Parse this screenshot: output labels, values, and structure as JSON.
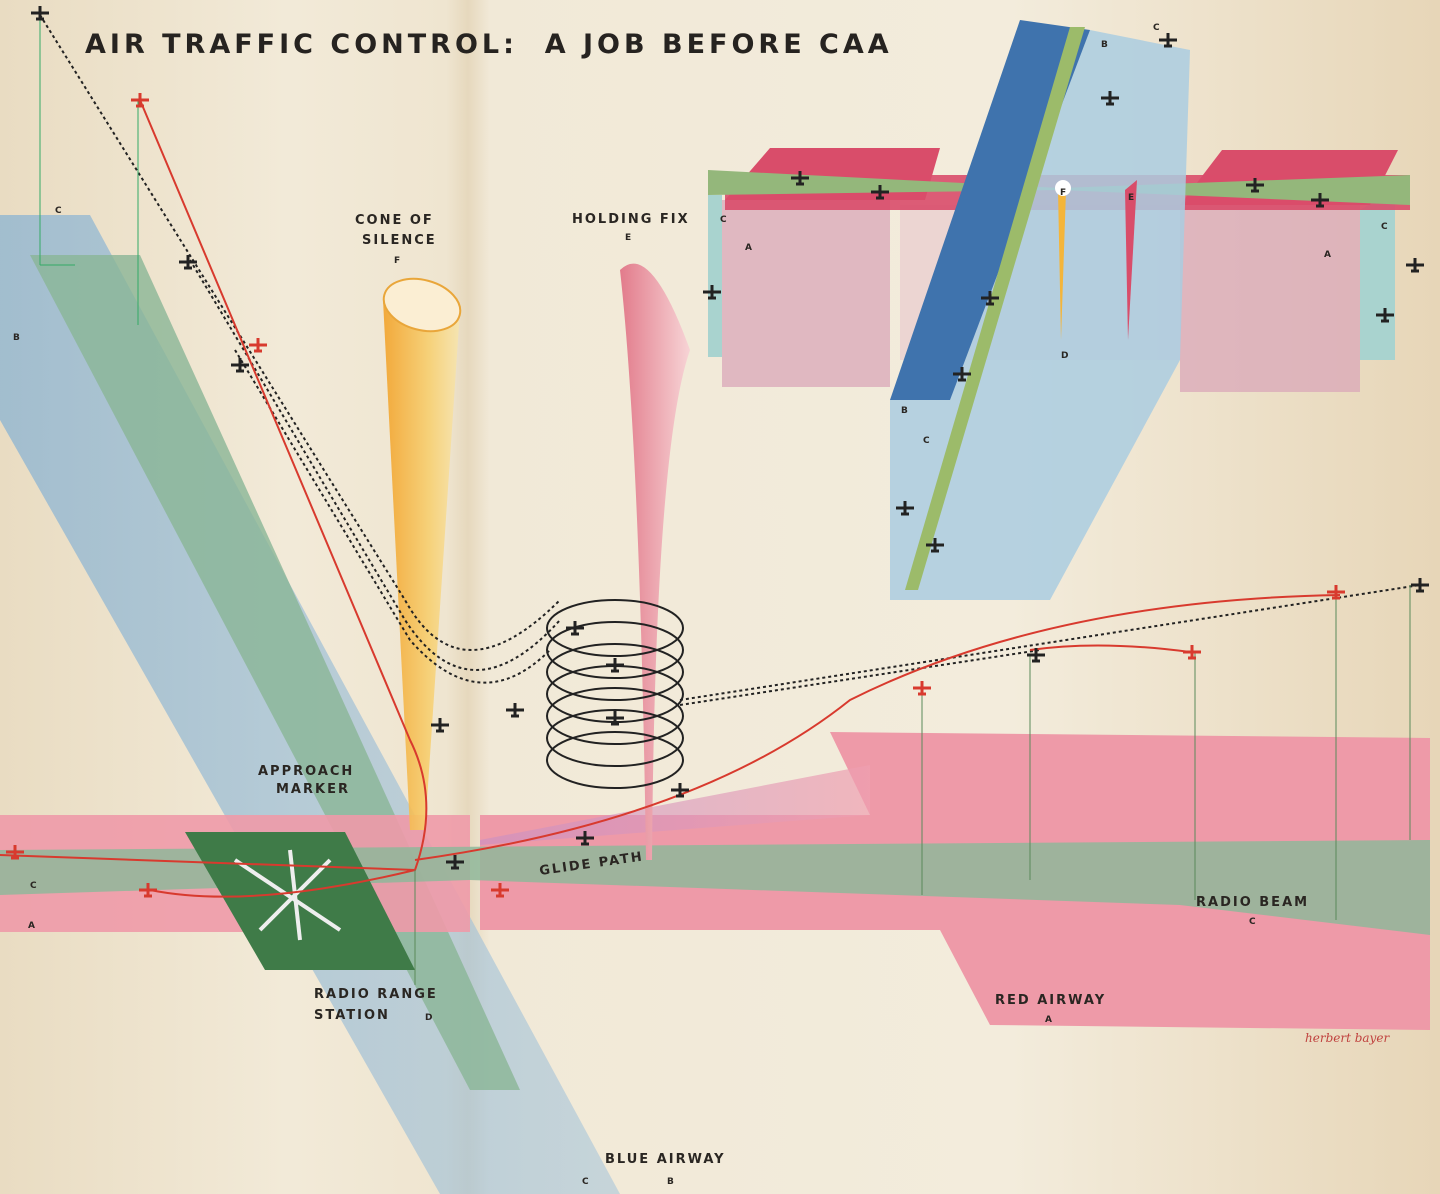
{
  "title": "AIR TRAFFIC CONTROL:  A JOB BEFORE CAA",
  "labels": {
    "cone_of_silence": [
      "CONE OF",
      "SILENCE"
    ],
    "cone_letter": "F",
    "holding_fix": "HOLDING FIX",
    "holding_letter": "E",
    "approach_marker": [
      "APPROACH",
      "MARKER"
    ],
    "glide_path": "GLIDE PATH",
    "radio_range_station": [
      "RADIO RANGE",
      "STATION"
    ],
    "station_letter": "D",
    "radio_beam": "RADIO BEAM",
    "radio_beam_letter": "C",
    "red_airway": "RED AIRWAY",
    "red_airway_letter": "A",
    "blue_airway": "BLUE AIRWAY",
    "blue_airway_letters": [
      "C",
      "B"
    ],
    "left_letters": {
      "c_top": "C",
      "b": "B",
      "c_beam": "C",
      "a": "A"
    }
  },
  "inset": {
    "letters": {
      "b_top": "B",
      "c_top": "C",
      "c_left": "C",
      "a_left": "A",
      "f": "F",
      "e": "E",
      "c_right": "C",
      "a_right": "A",
      "d": "D",
      "b_bottom": "B",
      "c_bottom": "C"
    }
  },
  "signature": "herbert bayer",
  "colors": {
    "red_airway": "#ee9aa8",
    "blue_airway": "#8fb3cf",
    "radio_beam": "#8fb79a",
    "cone": "#f4b53a",
    "route": "#d83a2e"
  }
}
